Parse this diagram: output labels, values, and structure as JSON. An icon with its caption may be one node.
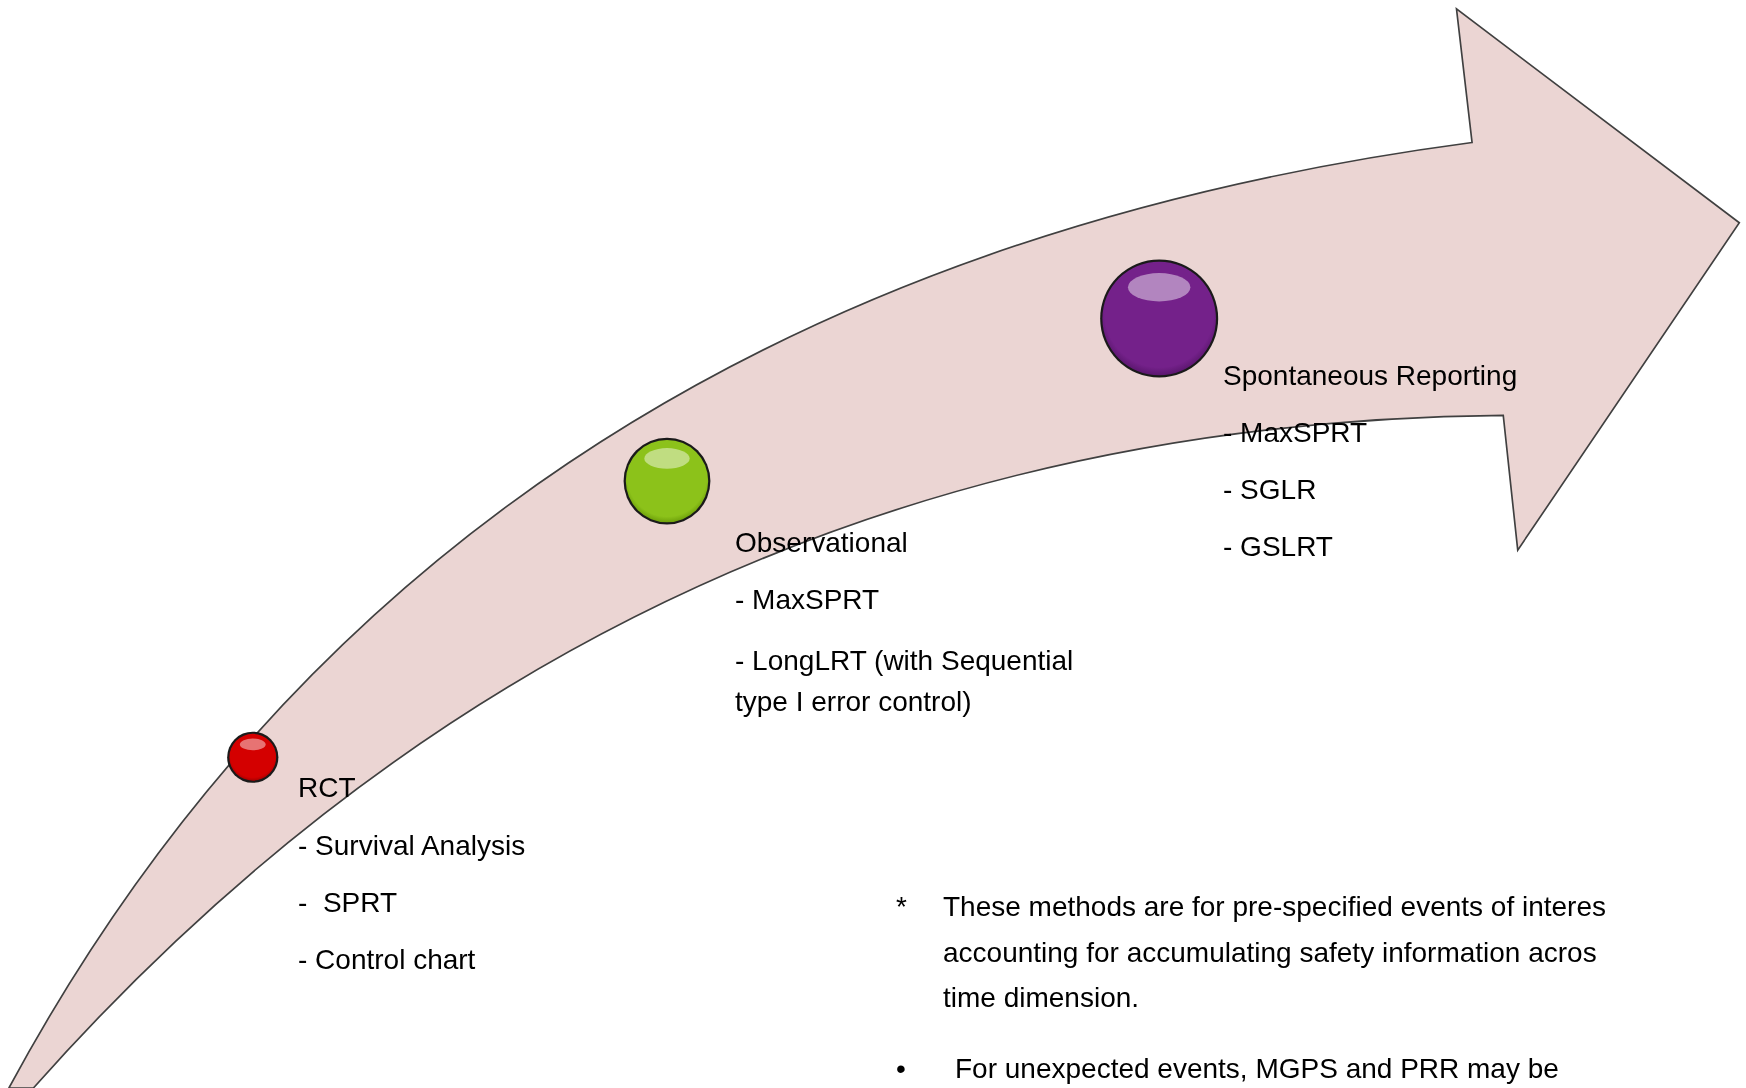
{
  "diagram": {
    "labels": [
      "Spontaneous Reporting",
      "- MaxSPRT",
      "- SGLR",
      "- GSLRT",
      "Observational",
      "- MaxSPRT",
      "- LongLRT (with Sequential type I error control)",
      "RCT",
      "- Survival Analysis",
      "-  SPRT",
      "- Control chart",
      "*",
      "These methods are for pre-specified events of interes",
      "accounting for accumulating safety information acros",
      "time dimension.",
      "•",
      "For unexpected events, MGPS and PRR may be"
    ]
  }
}
